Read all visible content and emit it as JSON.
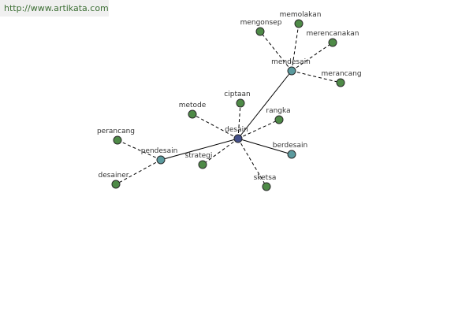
{
  "source_url": "http://www.artikata.com",
  "colors": {
    "root_node": "#44508a",
    "branch_node": "#5b9a9e",
    "leaf_node": "#4e8a47",
    "node_stroke": "#2a2a2a",
    "edge": "#000000",
    "label": "#333333",
    "banner_text": "#3d6f35",
    "banner_bg": "#f0f0f0"
  },
  "graph": {
    "nodes": [
      {
        "id": "desain",
        "label": "desain",
        "kind": "root"
      },
      {
        "id": "mendesain",
        "label": "mendesain",
        "kind": "branch"
      },
      {
        "id": "pendesain",
        "label": "pendesain",
        "kind": "branch"
      },
      {
        "id": "berdesain",
        "label": "berdesain",
        "kind": "branch"
      },
      {
        "id": "mengonsep",
        "label": "mengonsep",
        "kind": "leaf"
      },
      {
        "id": "memolakan",
        "label": "memolakan",
        "kind": "leaf"
      },
      {
        "id": "merencanakan",
        "label": "merencanakan",
        "kind": "leaf"
      },
      {
        "id": "merancang",
        "label": "merancang",
        "kind": "leaf"
      },
      {
        "id": "ciptaan",
        "label": "ciptaan",
        "kind": "leaf"
      },
      {
        "id": "metode",
        "label": "metode",
        "kind": "leaf"
      },
      {
        "id": "rangka",
        "label": "rangka",
        "kind": "leaf"
      },
      {
        "id": "perancang",
        "label": "perancang",
        "kind": "leaf"
      },
      {
        "id": "desainer",
        "label": "desainer",
        "kind": "leaf"
      },
      {
        "id": "strategi",
        "label": "strategi",
        "kind": "leaf"
      },
      {
        "id": "sketsa",
        "label": "sketsa",
        "kind": "leaf"
      }
    ],
    "edges": [
      {
        "from": "desain",
        "to": "mendesain",
        "style": "solid"
      },
      {
        "from": "desain",
        "to": "pendesain",
        "style": "solid"
      },
      {
        "from": "desain",
        "to": "berdesain",
        "style": "solid"
      },
      {
        "from": "desain",
        "to": "ciptaan",
        "style": "dashed"
      },
      {
        "from": "desain",
        "to": "metode",
        "style": "dashed"
      },
      {
        "from": "desain",
        "to": "rangka",
        "style": "dashed"
      },
      {
        "from": "desain",
        "to": "strategi",
        "style": "dashed"
      },
      {
        "from": "desain",
        "to": "sketsa",
        "style": "dashed"
      },
      {
        "from": "mendesain",
        "to": "mengonsep",
        "style": "dashed"
      },
      {
        "from": "mendesain",
        "to": "memolakan",
        "style": "dashed"
      },
      {
        "from": "mendesain",
        "to": "merencanakan",
        "style": "dashed"
      },
      {
        "from": "mendesain",
        "to": "merancang",
        "style": "dashed"
      },
      {
        "from": "pendesain",
        "to": "perancang",
        "style": "dashed"
      },
      {
        "from": "pendesain",
        "to": "desainer",
        "style": "dashed"
      }
    ]
  }
}
